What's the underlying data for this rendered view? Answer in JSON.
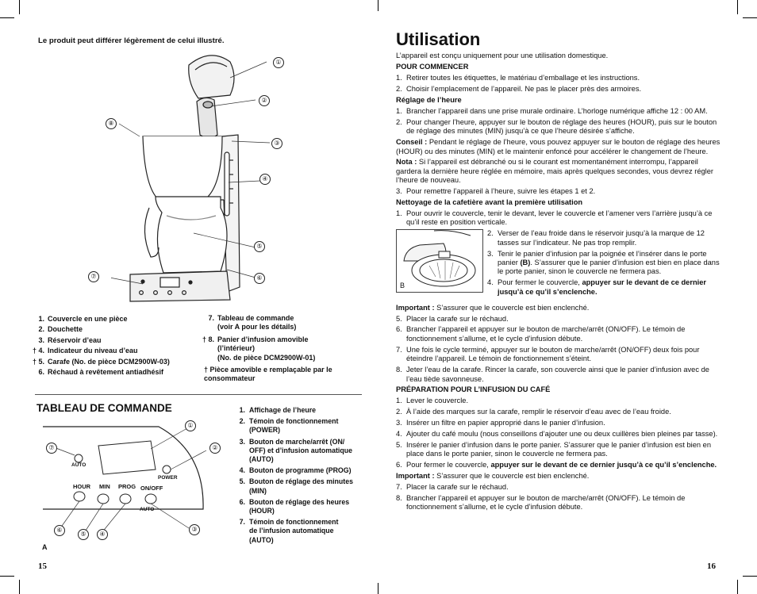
{
  "left": {
    "note": "Le produit peut différer légèrement de celui illustré.",
    "parts_col1": [
      {
        "n": "1.",
        "t": "Couvercle en une pièce"
      },
      {
        "n": "2.",
        "t": "Douchette"
      },
      {
        "n": "3.",
        "t": "Réservoir d’eau"
      },
      {
        "n": "† 4.",
        "t": "Indicateur du niveau d’eau"
      },
      {
        "n": "† 5.",
        "t": "Carafe (No. de pièce DCM2900W-03)"
      },
      {
        "n": "6.",
        "t": "Réchaud à revêtement antiadhésif"
      }
    ],
    "parts_col2": [
      {
        "n": "7.",
        "t": "Tableau de commande\n(voir A pour les détails)"
      },
      {
        "n": "† 8.",
        "t": "Panier d’infusion amovible\n(l’intérieur)\n(No. de pièce DCM2900W-01)"
      }
    ],
    "parts_footnote": "† Pièce amovible e remplaçable par le consommateur",
    "callouts_main": [
      "①",
      "②",
      "③",
      "④",
      "⑤",
      "⑥",
      "⑦",
      "⑧"
    ],
    "control_panel": {
      "title": "TABLEAU DE COMMANDE",
      "figure_label": "A",
      "labels": {
        "auto": "AUTO",
        "power": "POWER",
        "hour": "HOUR",
        "min": "MIN",
        "prog": "PROG",
        "onoff": "ON/OFF",
        "auto2": "AUTO"
      },
      "items": [
        {
          "n": "1.",
          "t": "Affichage de l’heure"
        },
        {
          "n": "2.",
          "t": "Témoin de fonctionnement\n(POWER)"
        },
        {
          "n": "3.",
          "t": "Bouton de marche/arrêt (ON/\nOFF) et d’infusion automatique\n(AUTO)"
        },
        {
          "n": "4.",
          "t": "Bouton de programme (PROG)"
        },
        {
          "n": "5.",
          "t": "Bouton de réglage des minutes\n(MIN)"
        },
        {
          "n": "6.",
          "t": "Bouton de réglage des heures\n(HOUR)"
        },
        {
          "n": "7.",
          "t": "Témoin de fonctionnement\nde l’infusion automatique\n(AUTO)"
        }
      ]
    },
    "page_number": "15"
  },
  "right": {
    "title": "Utilisation",
    "intro": "L’appareil est conçu uniquement pour une utilisation domestique.",
    "h_start": "POUR COMMENCER",
    "start_items": [
      "Retirer toutes les étiquettes, le matériau d’emballage et les instructions.",
      "Choisir l’emplacement de l’appareil. Ne pas le placer près des armoires."
    ],
    "h_clock": "Réglage de l’heure",
    "clock_items": [
      "Brancher l’appareil dans une prise murale ordinaire. L’horloge numérique affiche 12 : 00 AM.",
      "Pour changer l’heure, appuyer sur le bouton de réglage des heures (HOUR), puis sur le bouton de réglage des minutes (MIN) jusqu’à ce que l’heure désirée s’affiche."
    ],
    "tip_label": "Conseil :",
    "tip_text": " Pendant le réglage de l’heure, vous pouvez appuyer sur le bouton de réglage des heures (HOUR) ou des minutes (MIN) et le maintenir enfoncé pour accélérer le changement de l’heure.",
    "nota_label": "Nota :",
    "nota_text": " Si l’appareil est débranché ou si le courant est momentanément interrompu, l’appareil gardera la dernière heure réglée en mémoire, mais après quelques secondes, vous devrez régler l’heure de nouveau.",
    "clock_item3": "Pour remettre l’appareil à l’heure, suivre les étapes 1 et 2.",
    "h_clean": "Nettoyage de la cafetière avant la première utilisation",
    "clean_item1": "Pour ouvrir le couvercle, tenir le devant, lever le couvercle et l’amener vers l’arrière jusqu’à ce qu’il reste en position verticale.",
    "clean_item2": "Verser de l’eau froide dans le réservoir jusqu’à la marque de 12 tasses sur l’indicateur. Ne pas trop remplir.",
    "clean_item3_a": "Tenir le panier d’infusion par la poignée et l’insérer dans le porte panier ",
    "clean_item3_b": "(B)",
    "clean_item3_c": ". S’assurer que le panier d’infusion est bien en place dans le porte panier, sinon le couvercle ne fermera pas.",
    "clean_item4_a": "Pour fermer le couvercle, ",
    "clean_item4_b": "appuyer sur le devant de ce dernier jusqu’à ce qu’il s’enclenche.",
    "figure_b_label": "B",
    "important_label": "Important :",
    "important_text1": " S’assurer que le couvercle est bien enclenché.",
    "clean_items_rest": [
      "Placer la carafe sur le réchaud.",
      "Brancher l’appareil et appuyer sur le bouton de marche/arrêt (ON/OFF). Le témoin de fonctionnement s’allume, et le cycle d’infusion débute.",
      "Une fois le cycle terminé, appuyer sur le bouton de marche/arrêt (ON/OFF) deux fois pour éteindre l’appareil. Le témoin de fonctionnement s’éteint.",
      "Jeter l’eau de la carafe. Rincer la carafe, son couvercle ainsi que le panier d’infusion avec de l’eau tiède savonneuse."
    ],
    "h_brew": "PRÉPARATION POUR L’INFUSION DU CAFÉ",
    "brew_items": [
      "Lever le couvercle.",
      "À l’aide des marques sur la carafe, remplir le réservoir d’eau avec de l’eau froide.",
      "Insérer un filtre en papier approprié dans le panier d’infusion.",
      "Ajouter du café moulu (nous conseillons d’ajouter une ou deux cuillères bien pleines par tasse).",
      "Insérer le panier d’infusion dans le porte panier. S’assurer que le panier d’infusion est bien en place dans le porte panier, sinon le couvercle ne fermera pas."
    ],
    "brew_item6_a": "Pour fermer le couvercle, ",
    "brew_item6_b": "appuyer sur le devant de ce dernier jusqu’à ce qu’il s’enclenche.",
    "important_text2": " S’assurer que le couvercle est bien enclenché.",
    "brew_items_rest": [
      "Placer la carafe sur le réchaud.",
      "Brancher l’appareil et appuyer sur le bouton de marche/arrêt (ON/OFF). Le témoin de fonctionnement s’allume, et le cycle d’infusion débute."
    ],
    "page_number": "16"
  }
}
